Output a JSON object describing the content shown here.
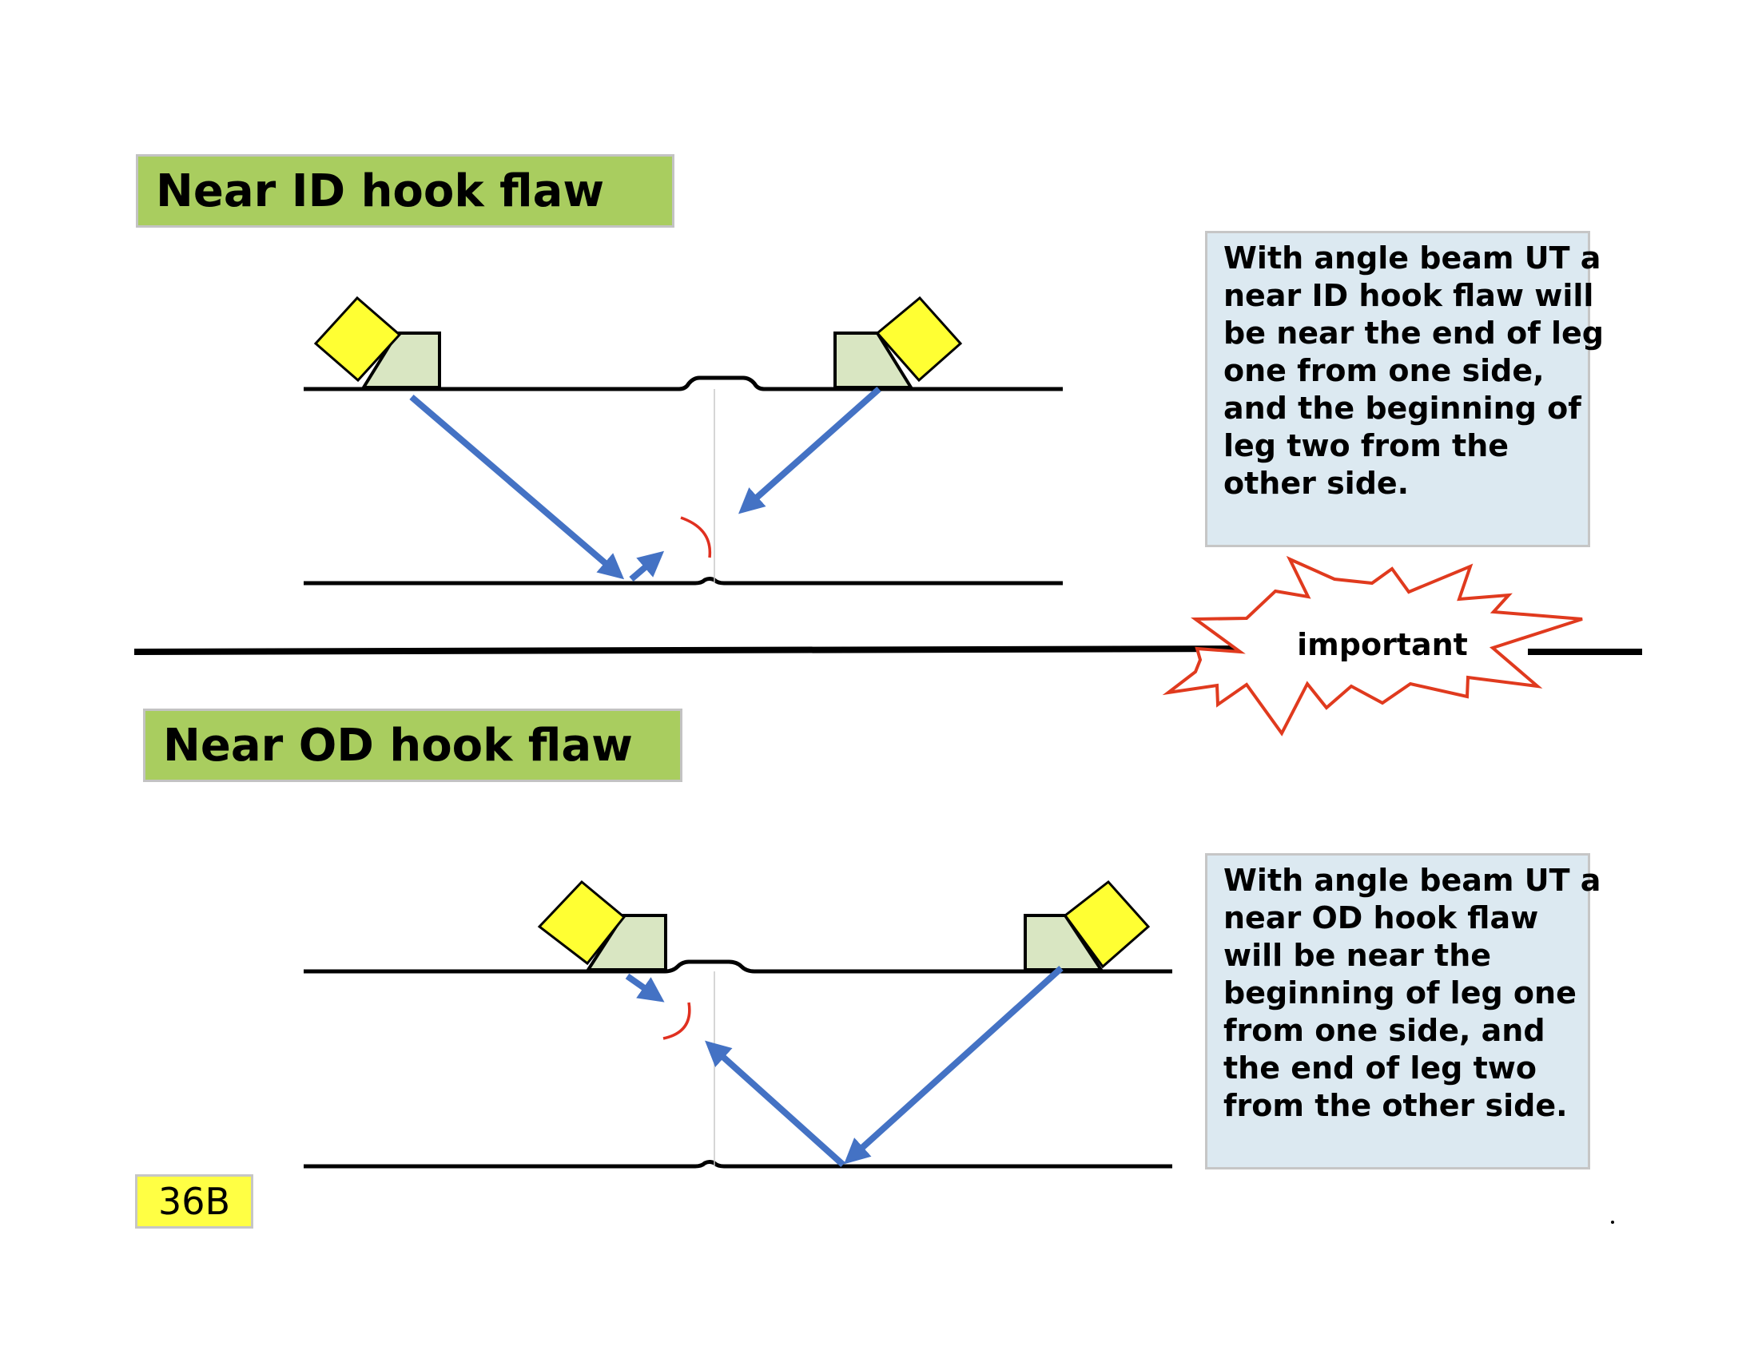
{
  "top_panel": {
    "title": "Near ID hook flaw",
    "note_lines": [
      "With angle beam UT a",
      "near ID hook flaw will",
      "be near the end of leg",
      "one from one side,",
      "and the beginning of",
      "leg two from the",
      "other side."
    ]
  },
  "bottom_panel": {
    "title": "Near OD hook flaw",
    "note_lines": [
      "With angle beam UT a",
      "near OD hook flaw",
      "will be near the",
      "beginning of leg one",
      "from one side, and",
      "the end of leg two",
      "from the other side."
    ]
  },
  "callout": {
    "label": "important"
  },
  "slide_number": "36B",
  "colors": {
    "title_bg": "#a9cd5f",
    "note_bg": "#dce9f1",
    "beam": "#4472c4",
    "transducer": "#ffff33",
    "wedge": "#d9e6c2",
    "flaw_echo": "#e03020",
    "starburst": "#e03a1e",
    "slide_number_bg": "#ffff44"
  },
  "icons": [
    "transducer-icon",
    "wedge-icon",
    "beam-arrow-icon",
    "flaw-indicator-icon",
    "starburst-icon"
  ]
}
